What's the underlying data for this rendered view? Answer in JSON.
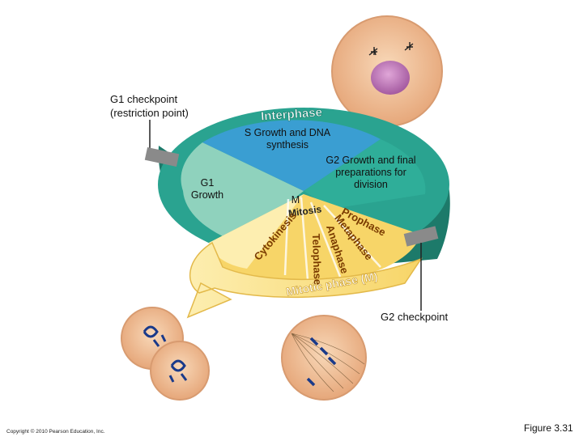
{
  "labels": {
    "g1_checkpoint": "G1 checkpoint (restriction point)",
    "g2_checkpoint": "G2 checkpoint",
    "interphase": "Interphase",
    "s_phase": "S Growth and DNA synthesis",
    "g1_phase": "G1 Growth",
    "g2_phase": "G2 Growth and final preparations for division",
    "m": "M",
    "mitotic_phase": "Mitotic phase (M)",
    "mitosis": "Mitosis",
    "prophase": "Prophase",
    "metaphase": "Metaphase",
    "anaphase": "Anaphase",
    "telophase": "Telophase",
    "cytokinesis": "Cytokinesis",
    "copyright": "Copyright © 2010 Pearson Education, Inc.",
    "figure": "Figure 3.31"
  },
  "colors": {
    "ring": "#2aa390",
    "ring_dark": "#1d7a6a",
    "s_phase": "#3a9ed2",
    "g1_phase": "#8fd2bd",
    "g2_phase": "#2fae99",
    "mitotic": "#f7d568",
    "mitotic_light": "#fdeeb0",
    "checkpoint": "#8a8a8a",
    "cell": "#f0c59f"
  }
}
